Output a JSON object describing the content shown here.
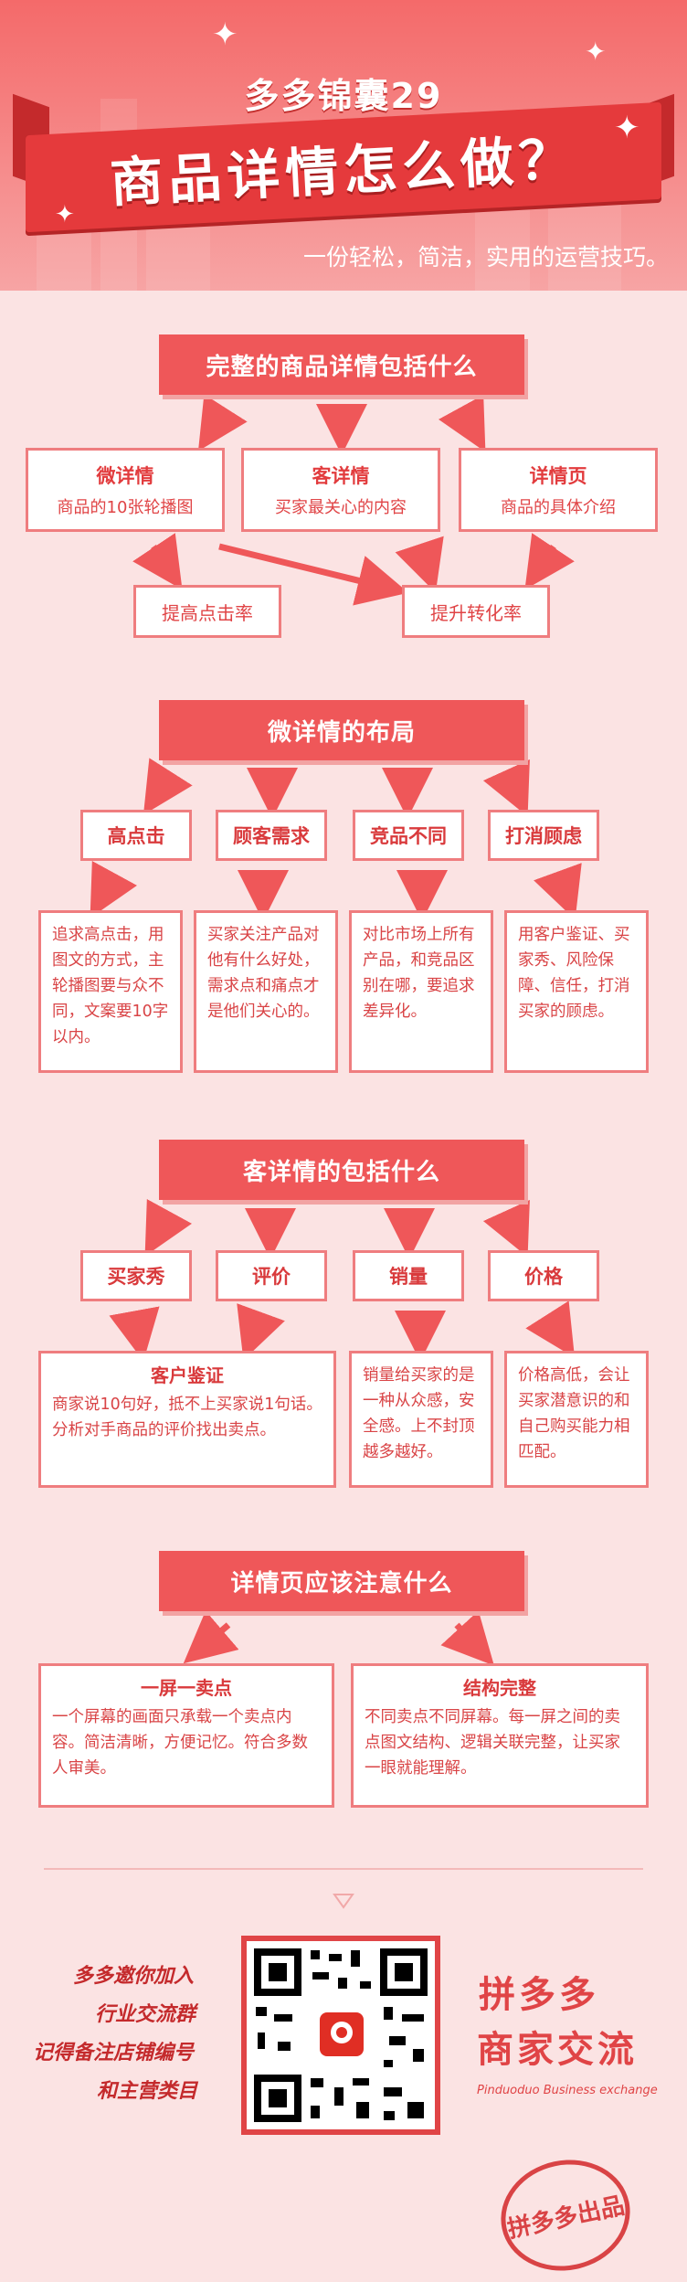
{
  "header": {
    "series_title": "多多锦囊29",
    "main_title": "商品详情怎么做？",
    "tagline": "一份轻松，简洁，实用的运营技巧。"
  },
  "section1": {
    "banner": "完整的商品详情包括什么",
    "boxes": [
      {
        "title": "微详情",
        "sub": "商品的10张轮播图"
      },
      {
        "title": "客详情",
        "sub": "买家最关心的内容"
      },
      {
        "title": "详情页",
        "sub": "商品的具体介绍"
      }
    ],
    "results": [
      "提高点击率",
      "提升转化率"
    ]
  },
  "section2": {
    "banner": "微详情的布局",
    "headers": [
      "高点击",
      "顾客需求",
      "竞品不同",
      "打消顾虑"
    ],
    "texts": [
      "追求高点击，用图文的方式，主轮播图要与众不同，文案要10字以内。",
      "买家关注产品对他有什么好处，需求点和痛点才是他们关心的。",
      "对比市场上所有产品，和竞品区别在哪，要追求差异化。",
      "用客户鉴证、买家秀、风险保障、信任，打消买家的顾虑。"
    ]
  },
  "section3": {
    "banner": "客详情的包括什么",
    "headers": [
      "买家秀",
      "评价",
      "销量",
      "价格"
    ],
    "big_title": "客户鉴证",
    "big_text_1": "商家说10句好，抵不上买家说1句话。",
    "big_text_2": "分析对手商品的评价找出卖点。",
    "text_sales": "销量给买家的是一种从众感，安全感。上不封顶越多越好。",
    "text_price": "价格高低，会让买家潜意识的和自己购买能力相匹配。"
  },
  "section4": {
    "banner": "详情页应该注意什么",
    "left_title": "一屏一卖点",
    "left_text": "一个屏幕的画面只承载一个卖点内容。简洁清晰，方便记忆。符合多数人审美。",
    "right_title": "结构完整",
    "right_text": "不同卖点不同屏幕。每一屏之间的卖点图文结构、逻辑关联完整，让买家一眼就能理解。"
  },
  "footer": {
    "slogan_1": "多多邀你加入",
    "slogan_2": "行业交流群",
    "slogan_3": "记得备注店铺编号",
    "slogan_4": "和主营类目",
    "brand_1": "拼多多",
    "brand_2": "商家交流",
    "brand_sub": "Pinduoduo Business exchange",
    "stamp": "拼多多出品"
  },
  "colors": {
    "accent": "#ef5759",
    "border": "#ef7d7f",
    "background": "#fbe3e3"
  }
}
